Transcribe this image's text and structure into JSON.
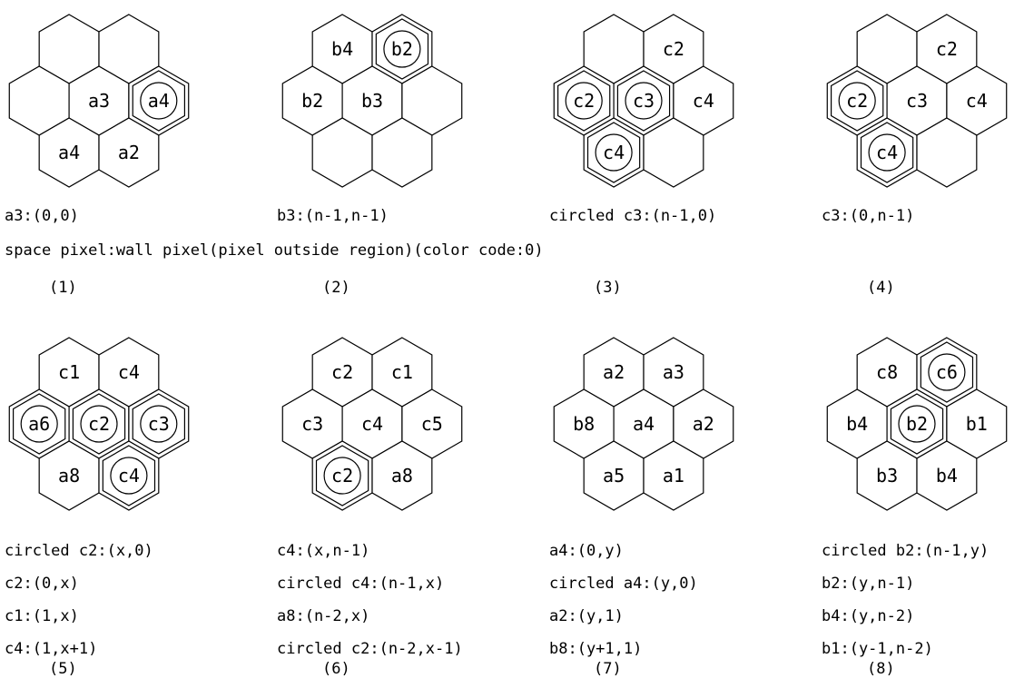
{
  "panels": [
    {
      "id": "1",
      "caption": "(1)",
      "hexes": [
        {
          "pos": 0,
          "label": "",
          "circled": false
        },
        {
          "pos": 1,
          "label": "",
          "circled": false
        },
        {
          "pos": 2,
          "label": "",
          "circled": false
        },
        {
          "pos": 3,
          "label": "a3",
          "circled": false
        },
        {
          "pos": 4,
          "label": "a4",
          "circled": true
        },
        {
          "pos": 5,
          "label": "a4",
          "circled": false
        },
        {
          "pos": 6,
          "label": "a2",
          "circled": false
        }
      ],
      "notes": [
        "a3:(0,0)"
      ]
    },
    {
      "id": "2",
      "caption": "(2)",
      "hexes": [
        {
          "pos": 0,
          "label": "b4",
          "circled": false
        },
        {
          "pos": 1,
          "label": "b2",
          "circled": true
        },
        {
          "pos": 2,
          "label": "b2",
          "circled": false
        },
        {
          "pos": 3,
          "label": "b3",
          "circled": false
        },
        {
          "pos": 4,
          "label": "",
          "circled": false
        },
        {
          "pos": 5,
          "label": "",
          "circled": false
        },
        {
          "pos": 6,
          "label": "",
          "circled": false
        }
      ],
      "notes": [
        "b3:(n-1,n-1)"
      ]
    },
    {
      "id": "3",
      "caption": "(3)",
      "hexes": [
        {
          "pos": 0,
          "label": "",
          "circled": false
        },
        {
          "pos": 1,
          "label": "c2",
          "circled": false
        },
        {
          "pos": 2,
          "label": "c2",
          "circled": true
        },
        {
          "pos": 3,
          "label": "c3",
          "circled": true
        },
        {
          "pos": 4,
          "label": "c4",
          "circled": false
        },
        {
          "pos": 5,
          "label": "c4",
          "circled": true
        },
        {
          "pos": 6,
          "label": "",
          "circled": false
        }
      ],
      "notes": [
        "circled c3:(n-1,0)"
      ]
    },
    {
      "id": "4",
      "caption": "(4)",
      "hexes": [
        {
          "pos": 0,
          "label": "",
          "circled": false
        },
        {
          "pos": 1,
          "label": "c2",
          "circled": false
        },
        {
          "pos": 2,
          "label": "c2",
          "circled": true
        },
        {
          "pos": 3,
          "label": "c3",
          "circled": false
        },
        {
          "pos": 4,
          "label": "c4",
          "circled": false
        },
        {
          "pos": 5,
          "label": "c4",
          "circled": true
        },
        {
          "pos": 6,
          "label": "",
          "circled": false
        }
      ],
      "notes": [
        "c3:(0,n-1)"
      ]
    },
    {
      "id": "5",
      "caption": "(5)",
      "hexes": [
        {
          "pos": 0,
          "label": "c1",
          "circled": false
        },
        {
          "pos": 1,
          "label": "c4",
          "circled": false
        },
        {
          "pos": 2,
          "label": "a6",
          "circled": true
        },
        {
          "pos": 3,
          "label": "c2",
          "circled": true
        },
        {
          "pos": 4,
          "label": "c3",
          "circled": true
        },
        {
          "pos": 5,
          "label": "a8",
          "circled": false
        },
        {
          "pos": 6,
          "label": "c4",
          "circled": true
        }
      ],
      "notes": [
        "circled c2:(x,0)",
        "c2:(0,x)",
        "c1:(1,x)",
        "c4:(1,x+1)"
      ]
    },
    {
      "id": "6",
      "caption": "(6)",
      "hexes": [
        {
          "pos": 0,
          "label": "c2",
          "circled": false
        },
        {
          "pos": 1,
          "label": "c1",
          "circled": false
        },
        {
          "pos": 2,
          "label": "c3",
          "circled": false
        },
        {
          "pos": 3,
          "label": "c4",
          "circled": false
        },
        {
          "pos": 4,
          "label": "c5",
          "circled": false
        },
        {
          "pos": 5,
          "label": "c2",
          "circled": true
        },
        {
          "pos": 6,
          "label": "a8",
          "circled": false
        }
      ],
      "notes": [
        "c4:(x,n-1)",
        "circled c4:(n-1,x)",
        "a8:(n-2,x)",
        "circled c2:(n-2,x-1)"
      ]
    },
    {
      "id": "7",
      "caption": "(7)",
      "hexes": [
        {
          "pos": 0,
          "label": "a2",
          "circled": false
        },
        {
          "pos": 1,
          "label": "a3",
          "circled": false
        },
        {
          "pos": 2,
          "label": "b8",
          "circled": false
        },
        {
          "pos": 3,
          "label": "a4",
          "circled": false
        },
        {
          "pos": 4,
          "label": "a2",
          "circled": false
        },
        {
          "pos": 5,
          "label": "a5",
          "circled": false
        },
        {
          "pos": 6,
          "label": "a1",
          "circled": false
        }
      ],
      "notes": [
        "a4:(0,y)",
        "circled a4:(y,0)",
        "a2:(y,1)",
        "b8:(y+1,1)"
      ]
    },
    {
      "id": "8",
      "caption": "(8)",
      "hexes": [
        {
          "pos": 0,
          "label": "c8",
          "circled": false
        },
        {
          "pos": 1,
          "label": "c6",
          "circled": true
        },
        {
          "pos": 2,
          "label": "b4",
          "circled": false
        },
        {
          "pos": 3,
          "label": "b2",
          "circled": true
        },
        {
          "pos": 4,
          "label": "b1",
          "circled": false
        },
        {
          "pos": 5,
          "label": "b3",
          "circled": false
        },
        {
          "pos": 6,
          "label": "b4",
          "circled": false
        }
      ],
      "notes": [
        "circled b2:(n-1,y)",
        "b2:(y,n-1)",
        "b4:(y,n-2)",
        "b1:(y-1,n-2)"
      ]
    }
  ],
  "footnote": "space pixel:wall pixel(pixel outside region)(color code:0)"
}
